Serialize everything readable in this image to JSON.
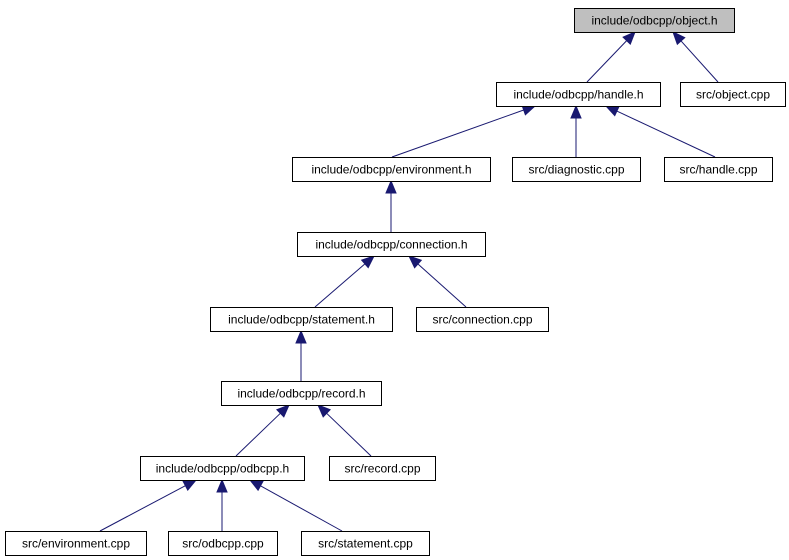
{
  "colors": {
    "root_fill": "#bfbfbf",
    "node_fill": "#ffffff",
    "node_border": "#000000",
    "edge": "#191970"
  },
  "nodes": [
    {
      "id": "object_h",
      "label": "include/odbcpp/object.h",
      "root": true
    },
    {
      "id": "handle_h",
      "label": "include/odbcpp/handle.h"
    },
    {
      "id": "object_cpp",
      "label": "src/object.cpp"
    },
    {
      "id": "environment_h",
      "label": "include/odbcpp/environment.h"
    },
    {
      "id": "diagnostic_cpp",
      "label": "src/diagnostic.cpp"
    },
    {
      "id": "handle_cpp",
      "label": "src/handle.cpp"
    },
    {
      "id": "connection_h",
      "label": "include/odbcpp/connection.h"
    },
    {
      "id": "statement_h",
      "label": "include/odbcpp/statement.h"
    },
    {
      "id": "connection_cpp",
      "label": "src/connection.cpp"
    },
    {
      "id": "record_h",
      "label": "include/odbcpp/record.h"
    },
    {
      "id": "odbcpp_h",
      "label": "include/odbcpp/odbcpp.h"
    },
    {
      "id": "record_cpp",
      "label": "src/record.cpp"
    },
    {
      "id": "environment_cpp",
      "label": "src/environment.cpp"
    },
    {
      "id": "odbcpp_cpp",
      "label": "src/odbcpp.cpp"
    },
    {
      "id": "statement_cpp",
      "label": "src/statement.cpp"
    }
  ],
  "edges": [
    {
      "from": "handle_h",
      "to": "object_h"
    },
    {
      "from": "object_cpp",
      "to": "object_h"
    },
    {
      "from": "environment_h",
      "to": "handle_h"
    },
    {
      "from": "diagnostic_cpp",
      "to": "handle_h"
    },
    {
      "from": "handle_cpp",
      "to": "handle_h"
    },
    {
      "from": "connection_h",
      "to": "environment_h"
    },
    {
      "from": "statement_h",
      "to": "connection_h"
    },
    {
      "from": "connection_cpp",
      "to": "connection_h"
    },
    {
      "from": "record_h",
      "to": "statement_h"
    },
    {
      "from": "odbcpp_h",
      "to": "record_h"
    },
    {
      "from": "record_cpp",
      "to": "record_h"
    },
    {
      "from": "environment_cpp",
      "to": "odbcpp_h"
    },
    {
      "from": "odbcpp_cpp",
      "to": "odbcpp_h"
    },
    {
      "from": "statement_cpp",
      "to": "odbcpp_h"
    }
  ]
}
